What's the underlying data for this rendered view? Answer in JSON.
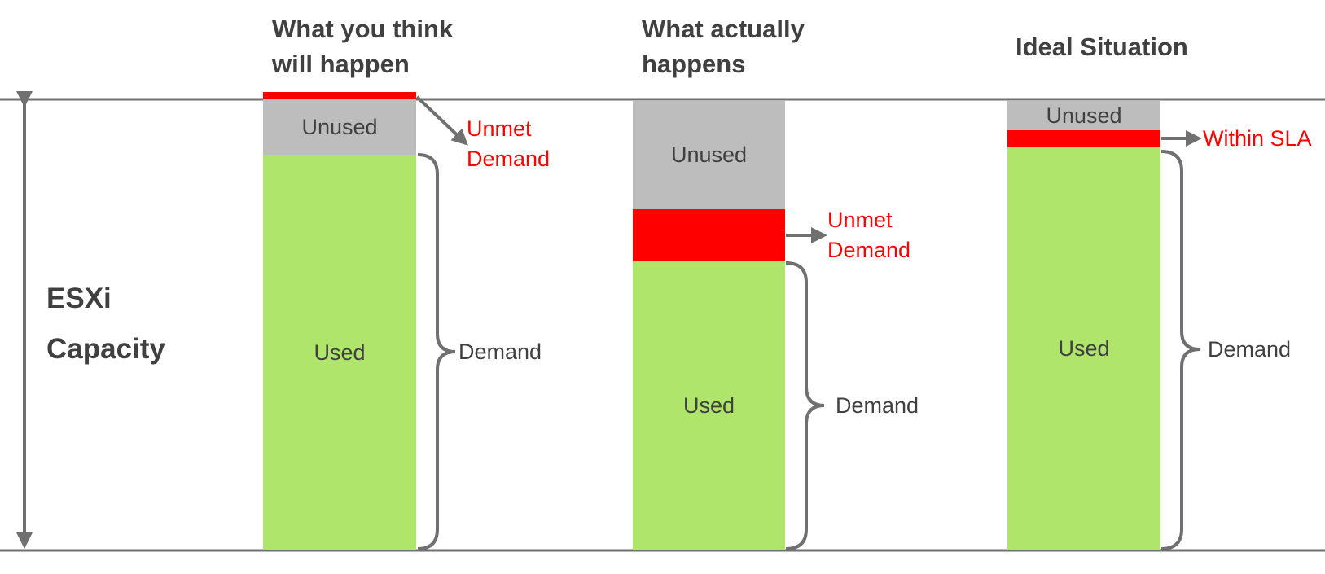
{
  "colors": {
    "used": "#b0e56b",
    "unused": "#bdbdbd",
    "unmet": "#ff0000",
    "line": "#707070",
    "text": "#404040"
  },
  "side_label": {
    "line1": "ESXi",
    "line2": "Capacity"
  },
  "columns": [
    {
      "heading_line1": "What you think",
      "heading_line2": "will happen",
      "unused_label": "Unused",
      "used_label": "Used",
      "note_line1": "Unmet",
      "note_line2": "Demand",
      "brace_label": "Demand"
    },
    {
      "heading_line1": "What actually",
      "heading_line2": "happens",
      "unused_label": "Unused",
      "used_label": "Used",
      "note_line1": "Unmet",
      "note_line2": "Demand",
      "brace_label": "Demand"
    },
    {
      "heading_line1": "Ideal Situation",
      "unused_label": "Unused",
      "used_label": "Used",
      "note_line1": "Within SLA",
      "brace_label": "Demand"
    }
  ]
}
